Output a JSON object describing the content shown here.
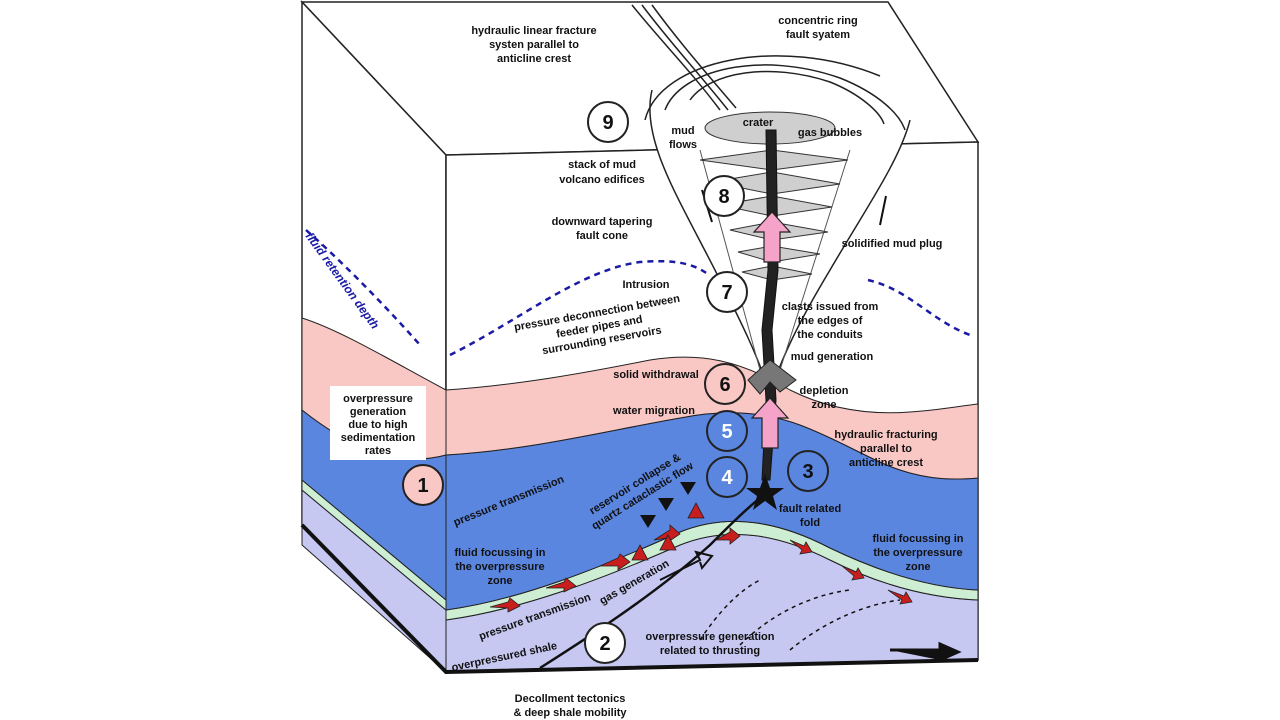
{
  "labels": {
    "linear_fracture": [
      "hydraulic linear fracture",
      "systen parallel to",
      "anticline crest"
    ],
    "ring_fault": [
      "concentric ring",
      "fault syatem"
    ],
    "crater": "crater",
    "mud_flows": [
      "mud",
      "flows"
    ],
    "gas_bubbles": "gas bubbles",
    "stack": [
      "stack of mud",
      "volcano edifices"
    ],
    "fault_cone": [
      "downward tapering",
      "fault cone"
    ],
    "solidified_plug": "solidified mud plug",
    "fluid_retention": "fluid retention depth",
    "intrusion": "Intrusion",
    "pressure_deconnection": [
      "pressure deconnection between",
      "feeder pipes and",
      "surrounding reservoirs"
    ],
    "clasts": [
      "clasts issued from",
      "the edges of",
      "the conduits"
    ],
    "mud_generation": "mud generation",
    "solid_withdrawal": "solid withdrawal",
    "water_migration": "water migration",
    "depletion_zone": [
      "depletion",
      "zone"
    ],
    "overpressure_sedimentation": [
      "overpressure",
      "generation",
      "due to high",
      "sedimentation",
      "rates"
    ],
    "hydraulic_fracturing": [
      "hydraulic fracturing",
      "parallel to",
      "anticline crest"
    ],
    "pressure_transmission_upper": "pressure transmission",
    "reservoir_collapse": [
      "reservoir collapse &",
      "quartz cataclastic flow"
    ],
    "fault_related_fold": [
      "fault related",
      "fold"
    ],
    "fluid_focussing_left": [
      "fluid focussing in",
      "the overpressure",
      "zone"
    ],
    "fluid_focussing_right": [
      "fluid focussing in",
      "the overpressure",
      "zone"
    ],
    "gas_generation": "gas generation",
    "pressure_transmission_lower": "pressure transmission",
    "overpressured_shale": "overpressured shale",
    "overpressure_thrusting": [
      "overpressure generation",
      "related to thrusting"
    ],
    "decollement": [
      "Decollment tectonics",
      "& deep shale mobility"
    ]
  },
  "numbers": [
    "1",
    "2",
    "3",
    "4",
    "5",
    "6",
    "7",
    "8",
    "9"
  ],
  "colors": {
    "sediment_top": "#ffffff",
    "pink_layer": "#f9c8c5",
    "blue_layer": "#5b86e0",
    "green_layer": "#cdeed2",
    "lavender_layer": "#c6c8f2",
    "conduit": "#222222",
    "arrow_pink": "#f5a3c8",
    "arrow_red": "#c81e1e",
    "retention_line": "#1a1aa6"
  }
}
